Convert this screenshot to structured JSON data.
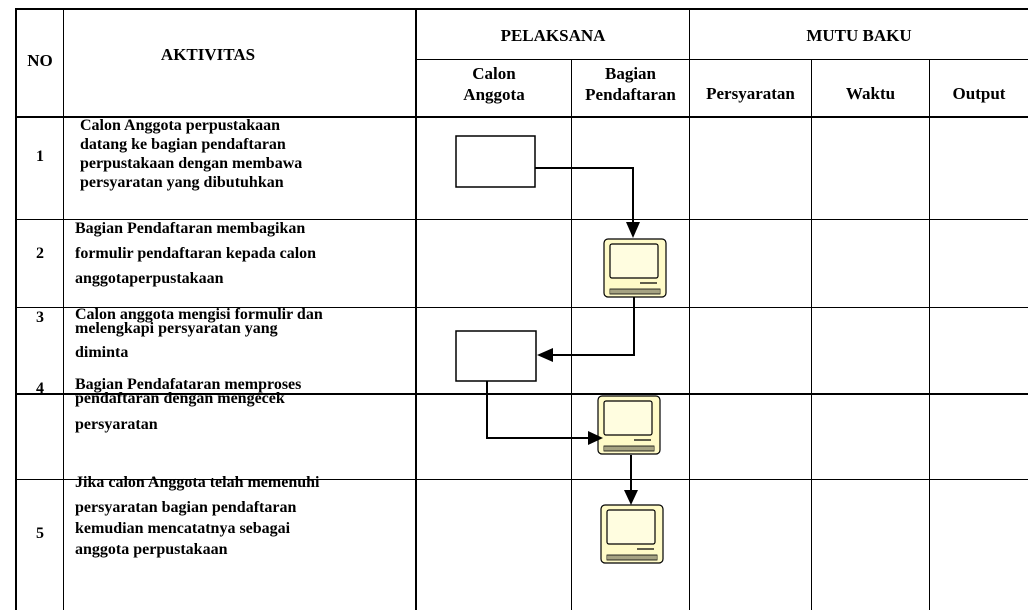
{
  "header": {
    "no": "NO",
    "aktivitas": "AKTIVITAS",
    "pelaksana": "PELAKSANA",
    "mutu_baku": "MUTU BAKU",
    "calon_line1": "Calon",
    "calon_line2": "Anggota",
    "bagian_line1": "Bagian",
    "bagian_line2": "Pendaftaran",
    "persyaratan": "Persyaratan",
    "waktu": "Waktu",
    "output": "Output"
  },
  "rows": [
    {
      "no": "1",
      "lines": [
        "Calon Anggota perpustakaan",
        "datang ke bagian pendaftaran",
        "perpustakaan dengan membawa",
        "persyaratan yang dibutuhkan"
      ]
    },
    {
      "no": "2",
      "lines": [
        "Bagian Pendaftaran membagikan",
        "formulir pendaftaran kepada calon",
        "anggotaperpustakaan"
      ]
    },
    {
      "no": "3",
      "lines": [
        "Calon anggota mengisi formulir dan",
        "melengkapi persyaratan yang",
        "diminta"
      ]
    },
    {
      "no": "4",
      "lines": [
        "Bagian Pendafataran memproses",
        "pendaftaran dengan mengecek",
        "persyaratan"
      ]
    },
    {
      "no": "5",
      "lines": [
        "Jika calon Anggota telah memenuhi",
        "persyaratan bagian pendaftaran",
        "kemudian mencatatnya sebagai",
        "anggota perpustakaan"
      ]
    }
  ],
  "symbols": {
    "process_box": "process-box",
    "computer": "computer-icon"
  },
  "colors": {
    "computer_fill": "#fffbc8",
    "computer_screen": "#fffde0",
    "line": "#000000"
  }
}
